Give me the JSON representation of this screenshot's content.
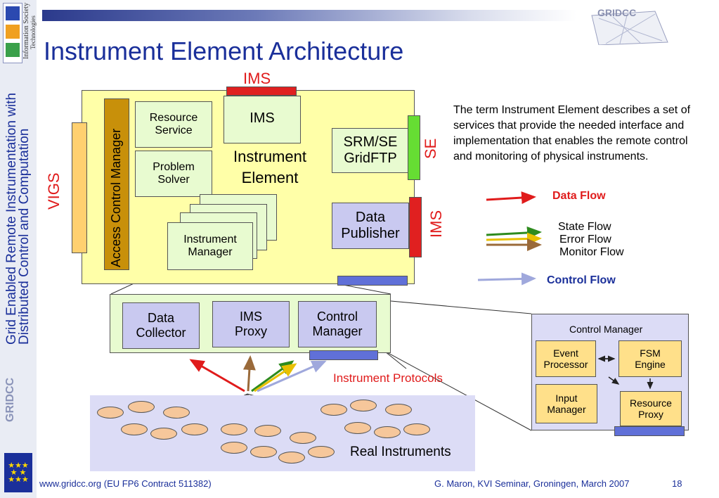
{
  "slide": {
    "title": "Instrument Element Architecture",
    "side_title_line1": "Grid Enabled Remote Instrumentation with",
    "side_title_line2": "Distributed Control and Computation",
    "logo_text": "GRIDCC",
    "ist_label_1": "Information Society",
    "ist_label_2": "Technologies",
    "side_logo_text": "GRIDCC"
  },
  "footer": {
    "left": "www.gridcc.org (EU FP6 Contract 511382)",
    "right": "G. Maron, KVI Seminar, Groningen,  March 2007",
    "page": "18"
  },
  "diagram": {
    "ims_top_label": "IMS",
    "vigs_label": "VIGS",
    "access_control_manager": "Access Control Manager",
    "resource_service": [
      "Resource",
      "Service"
    ],
    "problem_solver": [
      "Problem",
      "Solver"
    ],
    "ims_box": "IMS",
    "instrument_element": [
      "Instrument",
      "Element"
    ],
    "srm_se": [
      "SRM/SE",
      "GridFTP"
    ],
    "se_label": "SE",
    "data_publisher": [
      "Data",
      "Publisher"
    ],
    "ims_right_label": "IMS",
    "instrument_manager": [
      "Instrument",
      "Manager"
    ],
    "data_collector": [
      "Data",
      "Collector"
    ],
    "ims_proxy": [
      "IMS",
      "Proxy"
    ],
    "control_manager": [
      "Control",
      "Manager"
    ],
    "instrument_protocols": "Instrument Protocols",
    "real_instruments": "Real Instruments",
    "cm_detail": {
      "title": "Control Manager",
      "event_processor": [
        "Event",
        "Processor"
      ],
      "fsm_engine": [
        "FSM",
        "Engine"
      ],
      "input_manager": [
        "Input",
        "Manager"
      ],
      "resource_proxy": [
        "Resource",
        "Proxy"
      ]
    }
  },
  "description": "The term Instrument Element describes a set of services that provide the needed interface and implementation that enables the remote control and monitoring of physical instruments.",
  "legend": {
    "data_flow": "Data Flow",
    "state_flow": "State Flow",
    "error_flow": "Error Flow",
    "monitor_flow": "Monitor Flow",
    "control_flow": "Control Flow"
  },
  "colors": {
    "title_blue": "#1a2f9a",
    "data_flow": "#e01b1b",
    "state_flow": "#2e8b1e",
    "error_flow": "#e8c000",
    "monitor_flow": "#9a6a3a",
    "control_flow": "#9fa8dc",
    "ie_background": "#ffffa8",
    "service_box": "#e8fbd0",
    "publisher_box": "#c9c9f0",
    "instrument_node": "#f6c79b"
  }
}
